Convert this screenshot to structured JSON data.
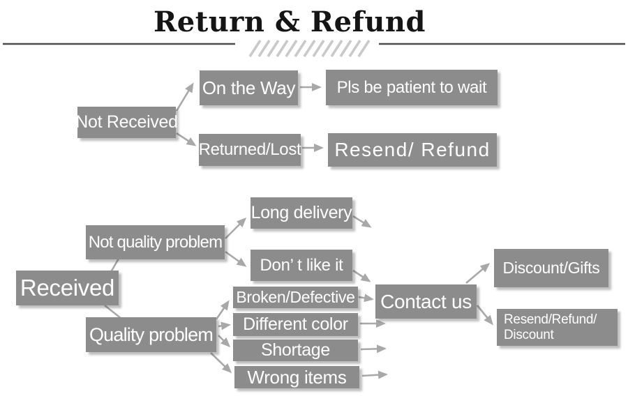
{
  "title": "Return & Refund",
  "colors": {
    "box_fill": "#8c8c8c",
    "box_text": "#ffffff",
    "arrow": "#a8a8a8",
    "divider_line": "#4a4a4a",
    "hatch": "#c9c9c9",
    "title_text": "#151515",
    "background": "#ffffff"
  },
  "nodes": {
    "not_received": "Not Received",
    "on_the_way": "On the Way",
    "pls_wait": "Pls be patient to wait",
    "returned_lost": "Returned/Lost",
    "resend_refund": "Resend/ Refund",
    "received": "Received",
    "not_quality_problem": "Not quality problem",
    "long_delivery": "Long delivery",
    "dont_like_it": "Don’ t like it",
    "quality_problem": "Quality problem",
    "broken_defective": "Broken/Defective",
    "different_color": "Different color",
    "shortage": "Shortage",
    "wrong_items": "Wrong items",
    "contact_us": "Contact us",
    "discount_gifts": "Discount/Gifts",
    "resend_refund_discount_line1": "Resend/Refund/",
    "resend_refund_discount_line2": "Discount"
  },
  "edges": [
    {
      "from": "Not Received",
      "to": "On the Way"
    },
    {
      "from": "Not Received",
      "to": "Returned/Lost"
    },
    {
      "from": "On the Way",
      "to": "Pls be patient to wait"
    },
    {
      "from": "Returned/Lost",
      "to": "Resend/ Refund"
    },
    {
      "from": "Received",
      "to": "Not quality problem"
    },
    {
      "from": "Received",
      "to": "Quality problem"
    },
    {
      "from": "Not quality problem",
      "to": "Long delivery"
    },
    {
      "from": "Not quality problem",
      "to": "Don’ t like it"
    },
    {
      "from": "Long delivery",
      "to": "Contact us"
    },
    {
      "from": "Don’ t like it",
      "to": "Contact us"
    },
    {
      "from": "Quality problem",
      "to": "Broken/Defective"
    },
    {
      "from": "Quality problem",
      "to": "Different color"
    },
    {
      "from": "Quality problem",
      "to": "Shortage"
    },
    {
      "from": "Quality problem",
      "to": "Wrong items"
    },
    {
      "from": "Broken/Defective",
      "to": "Contact us"
    },
    {
      "from": "Different color",
      "to": "Contact us"
    },
    {
      "from": "Shortage",
      "to": "Contact us"
    },
    {
      "from": "Wrong items",
      "to": "Contact us"
    },
    {
      "from": "Contact us",
      "to": "Discount/Gifts"
    },
    {
      "from": "Contact us",
      "to": "Resend/Refund/Discount"
    }
  ]
}
